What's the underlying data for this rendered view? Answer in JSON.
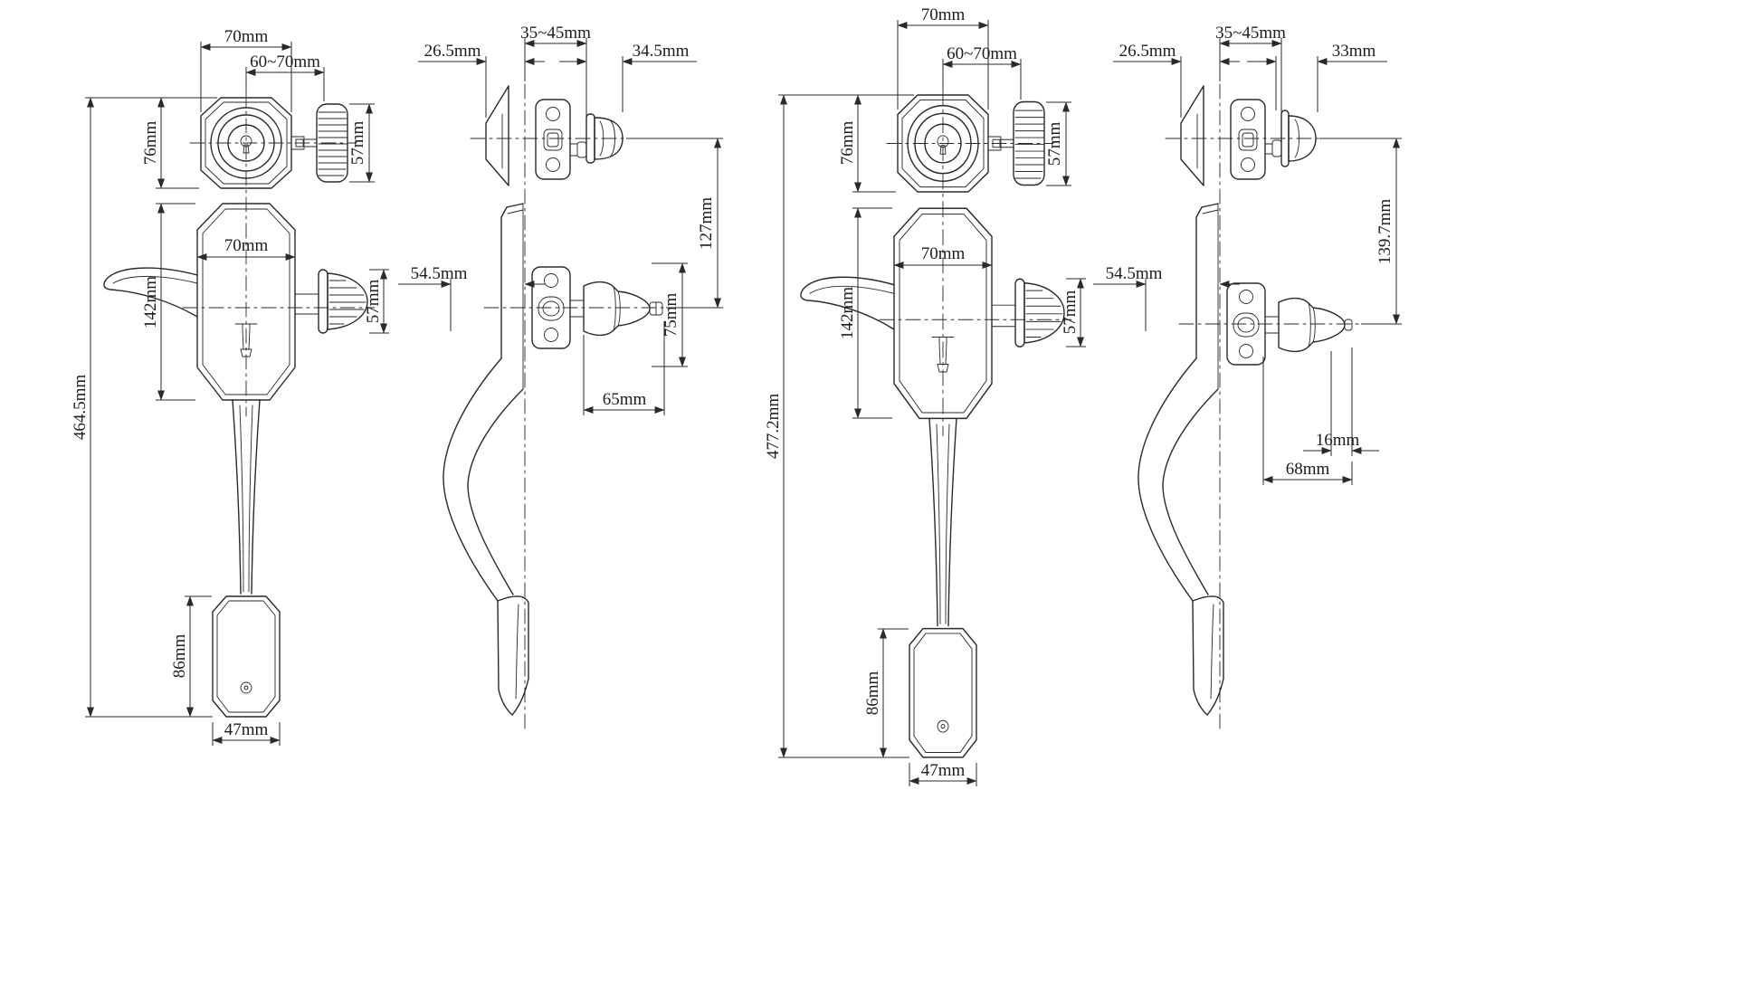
{
  "drawing": {
    "background": "#ffffff",
    "line_color": "#2a2a2a",
    "views": {
      "front_a": {
        "dims": {
          "rose_width": "70mm",
          "backset": "60~70mm",
          "rose_height": "76mm",
          "deadbolt_thumb_height": "57mm",
          "plate_height": "142mm",
          "plate_width": "70mm",
          "knob_height": "57mm",
          "overall_height": "464.5mm",
          "cap_height": "86mm",
          "cap_width": "47mm"
        }
      },
      "side_a": {
        "dims": {
          "rose_projection": "26.5mm",
          "door_range": "35~45mm",
          "knob_projection": "34.5mm",
          "center_to_center": "127mm",
          "handle_projection": "54.5mm",
          "rose_diameter": "75mm",
          "knob_length": "65mm"
        }
      },
      "front_b": {
        "dims": {
          "rose_width": "70mm",
          "backset": "60~70mm",
          "rose_height": "76mm",
          "deadbolt_thumb_height": "57mm",
          "plate_height": "142mm",
          "plate_width": "70mm",
          "knob_height": "57mm",
          "overall_height": "477.2mm",
          "cap_height": "86mm",
          "cap_width": "47mm"
        }
      },
      "side_b": {
        "dims": {
          "rose_projection": "26.5mm",
          "door_range": "35~45mm",
          "thumbturn_projection": "33mm",
          "center_to_center": "139.7mm",
          "handle_projection": "54.5mm",
          "spindle_length": "16mm",
          "knob_length": "68mm"
        }
      }
    }
  }
}
